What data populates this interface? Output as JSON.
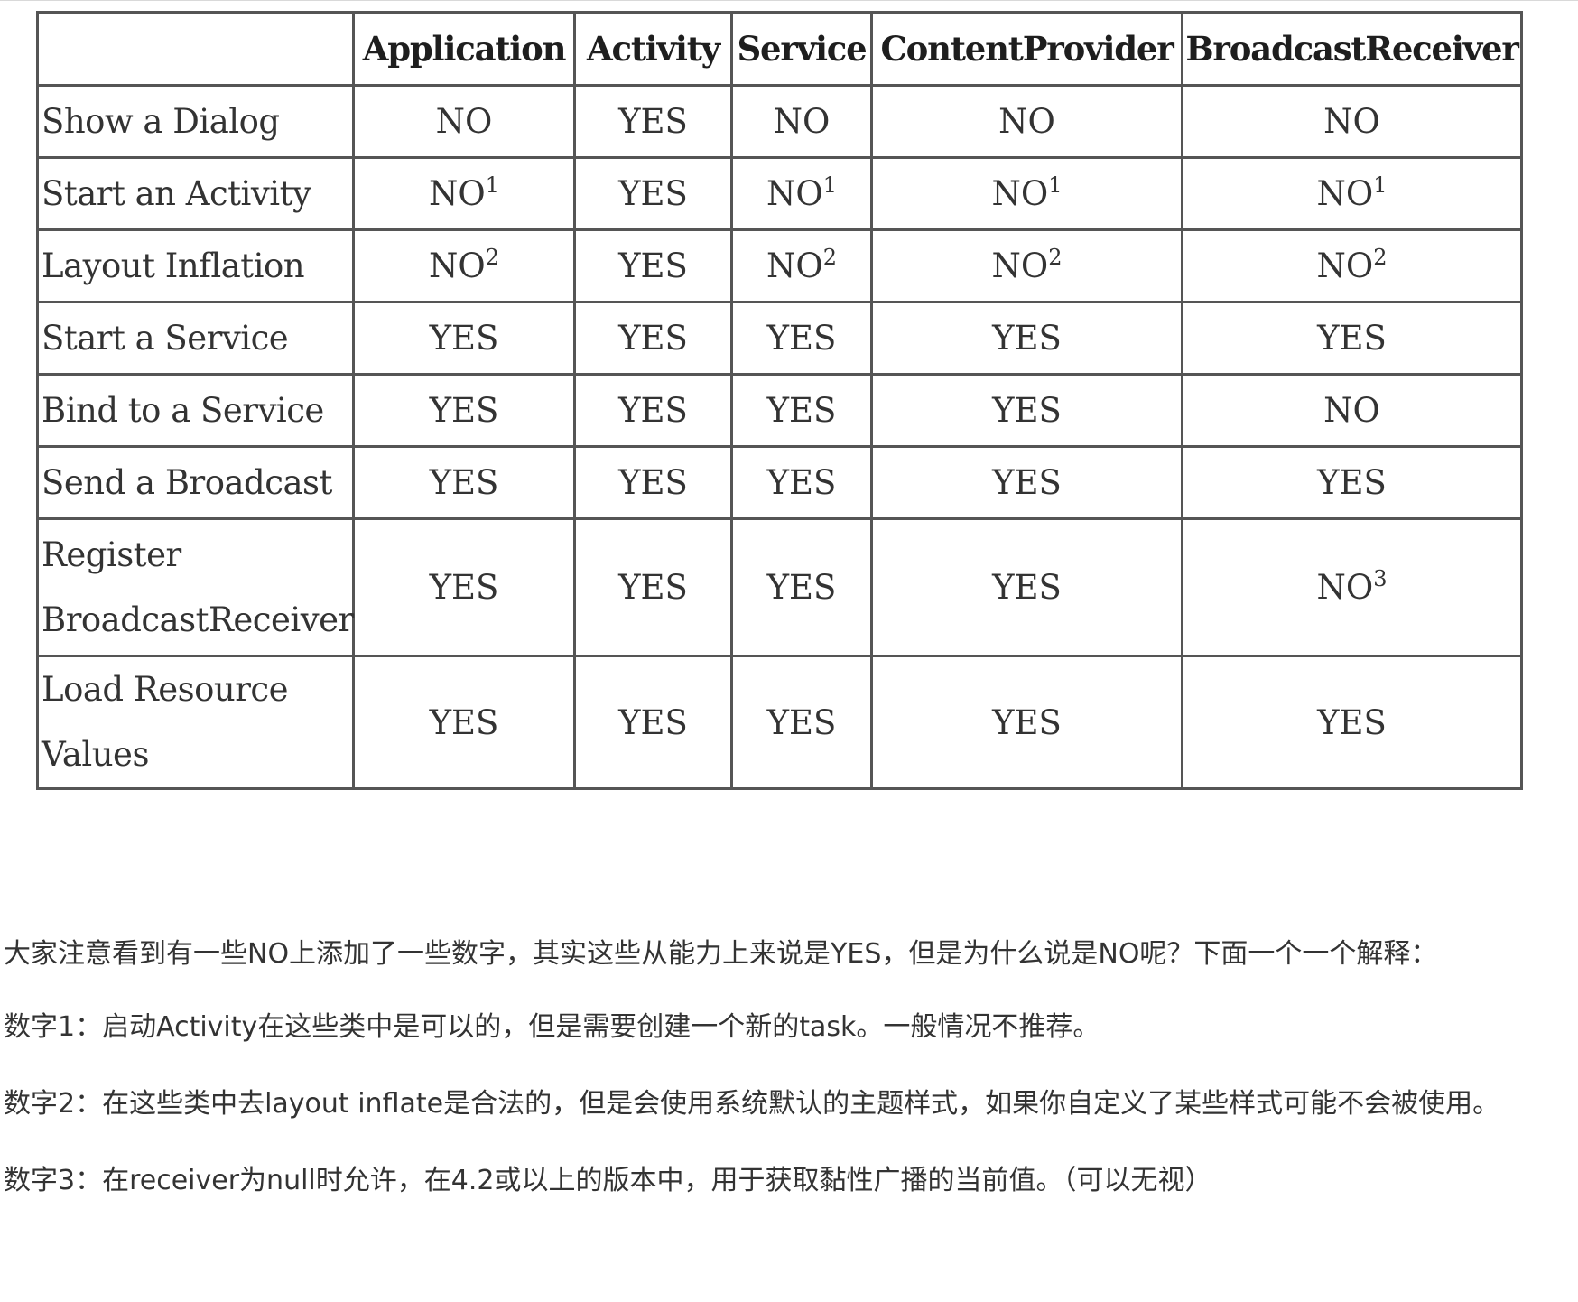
{
  "table": {
    "headers": [
      "",
      "Application",
      "Activity",
      "Service",
      "ContentProvider",
      "BroadcastReceiver"
    ],
    "rows": [
      {
        "label": "Show a Dialog",
        "cells": [
          {
            "text": "NO",
            "sup": ""
          },
          {
            "text": "YES",
            "sup": ""
          },
          {
            "text": "NO",
            "sup": ""
          },
          {
            "text": "NO",
            "sup": ""
          },
          {
            "text": "NO",
            "sup": ""
          }
        ]
      },
      {
        "label": "Start an Activity",
        "cells": [
          {
            "text": "NO",
            "sup": "1"
          },
          {
            "text": "YES",
            "sup": ""
          },
          {
            "text": "NO",
            "sup": "1"
          },
          {
            "text": "NO",
            "sup": "1"
          },
          {
            "text": "NO",
            "sup": "1"
          }
        ]
      },
      {
        "label": "Layout Inflation",
        "cells": [
          {
            "text": "NO",
            "sup": "2"
          },
          {
            "text": "YES",
            "sup": ""
          },
          {
            "text": "NO",
            "sup": "2"
          },
          {
            "text": "NO",
            "sup": "2"
          },
          {
            "text": "NO",
            "sup": "2"
          }
        ]
      },
      {
        "label": "Start a Service",
        "cells": [
          {
            "text": "YES",
            "sup": ""
          },
          {
            "text": "YES",
            "sup": ""
          },
          {
            "text": "YES",
            "sup": ""
          },
          {
            "text": "YES",
            "sup": ""
          },
          {
            "text": "YES",
            "sup": ""
          }
        ]
      },
      {
        "label": "Bind to a Service",
        "cells": [
          {
            "text": "YES",
            "sup": ""
          },
          {
            "text": "YES",
            "sup": ""
          },
          {
            "text": "YES",
            "sup": ""
          },
          {
            "text": "YES",
            "sup": ""
          },
          {
            "text": "NO",
            "sup": ""
          }
        ]
      },
      {
        "label": "Send a Broadcast",
        "cells": [
          {
            "text": "YES",
            "sup": ""
          },
          {
            "text": "YES",
            "sup": ""
          },
          {
            "text": "YES",
            "sup": ""
          },
          {
            "text": "YES",
            "sup": ""
          },
          {
            "text": "YES",
            "sup": ""
          }
        ]
      },
      {
        "label": "Register BroadcastReceiver",
        "cells": [
          {
            "text": "YES",
            "sup": ""
          },
          {
            "text": "YES",
            "sup": ""
          },
          {
            "text": "YES",
            "sup": ""
          },
          {
            "text": "YES",
            "sup": ""
          },
          {
            "text": "NO",
            "sup": "3"
          }
        ]
      },
      {
        "label": "Load Resource Values",
        "cells": [
          {
            "text": "YES",
            "sup": ""
          },
          {
            "text": "YES",
            "sup": ""
          },
          {
            "text": "YES",
            "sup": ""
          },
          {
            "text": "YES",
            "sup": ""
          },
          {
            "text": "YES",
            "sup": ""
          }
        ]
      }
    ]
  },
  "notes": {
    "intro": "大家注意看到有一些NO上添加了一些数字，其实这些从能力上来说是YES，但是为什么说是NO呢？下面一个一个解释：",
    "note1": "数字1：启动Activity在这些类中是可以的，但是需要创建一个新的task。一般情况不推荐。",
    "note2": "数字2：在这些类中去layout inflate是合法的，但是会使用系统默认的主题样式，如果你自定义了某些样式可能不会被使用。",
    "note3": "数字3：在receiver为null时允许，在4.2或以上的版本中，用于获取黏性广播的当前值。（可以无视）"
  }
}
